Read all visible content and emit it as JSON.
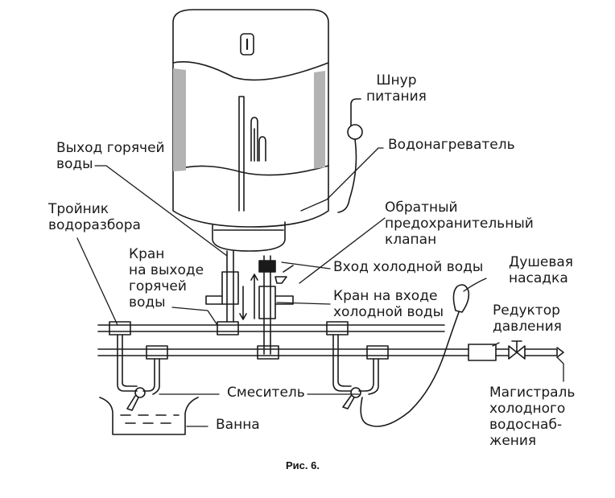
{
  "labels": {
    "power_cord": "Шнур\nпитания",
    "water_heater": "Водонагреватель",
    "hot_water_outlet": "Выход горячей\nводы",
    "check_valve": "Обратный\nпредохранительный\nклапан",
    "tee": "Тройник\nводоразбора",
    "hot_outlet_tap": "Кран\nна выходе\nгорячей\nводы",
    "cold_water_inlet": "Вход холодной воды",
    "shower_head": "Душевая\nнасадка",
    "cold_inlet_tap": "Кран на входе\nхолодной воды",
    "pressure_reducer": "Редуктор\nдавления",
    "mixer": "Смеситель",
    "cold_main": "Магистраль\nхолодного\nводоснаб-\nжения",
    "bath": "Ванна"
  },
  "caption": "Рис. 6.",
  "colors": {
    "line": "#1a1a1a",
    "side_panel": "#b3b3b3",
    "background": "#ffffff"
  }
}
